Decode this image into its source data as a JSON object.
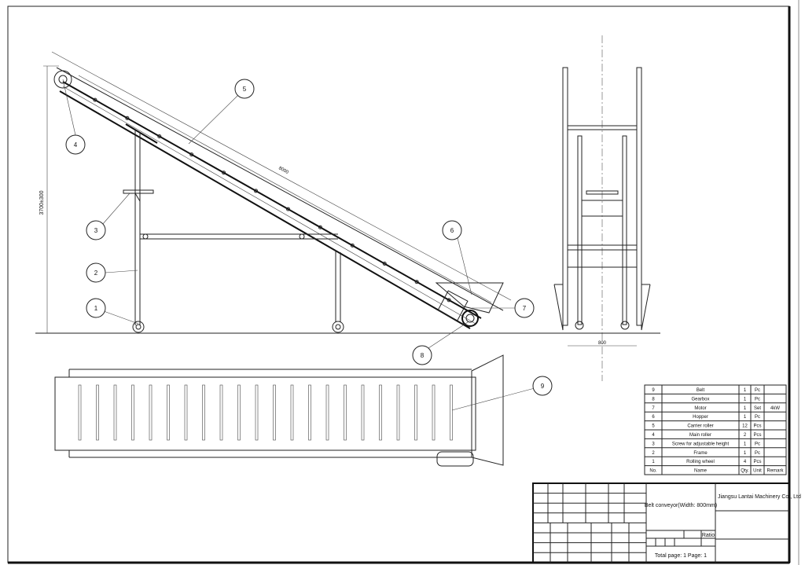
{
  "dimensions": {
    "height": "3700±300",
    "length": "8000",
    "width": "800"
  },
  "balloons": [
    "1",
    "2",
    "3",
    "4",
    "5",
    "6",
    "7",
    "8",
    "9"
  ],
  "bom": {
    "headers": {
      "no": "No.",
      "name": "Name",
      "qty": "Qty.",
      "unit": "Unit",
      "remark": "Remark"
    },
    "rows": [
      {
        "no": "9",
        "name": "Belt",
        "qty": "1",
        "unit": "Pc",
        "remark": ""
      },
      {
        "no": "8",
        "name": "Gearbox",
        "qty": "1",
        "unit": "Pc",
        "remark": ""
      },
      {
        "no": "7",
        "name": "Motor",
        "qty": "1",
        "unit": "Set",
        "remark": "4kW"
      },
      {
        "no": "6",
        "name": "Hopper",
        "qty": "1",
        "unit": "Pc",
        "remark": ""
      },
      {
        "no": "5",
        "name": "Carrier roller",
        "qty": "12",
        "unit": "Pcs",
        "remark": ""
      },
      {
        "no": "4",
        "name": "Main roller",
        "qty": "2",
        "unit": "Pcs",
        "remark": ""
      },
      {
        "no": "3",
        "name": "Screw for adjustable height",
        "qty": "1",
        "unit": "Pc",
        "remark": ""
      },
      {
        "no": "2",
        "name": "Frame",
        "qty": "1",
        "unit": "Pc",
        "remark": ""
      },
      {
        "no": "1",
        "name": "Rolling wheel",
        "qty": "4",
        "unit": "Pcs",
        "remark": ""
      }
    ]
  },
  "title_block": {
    "drawing_title": "Belt conveyor(Width: 800mm)",
    "company": "Jiangsu Lantai Machinery Co., Ltd",
    "ratio_label": "Ratio",
    "page_info": "Total page: 1  Page: 1"
  }
}
